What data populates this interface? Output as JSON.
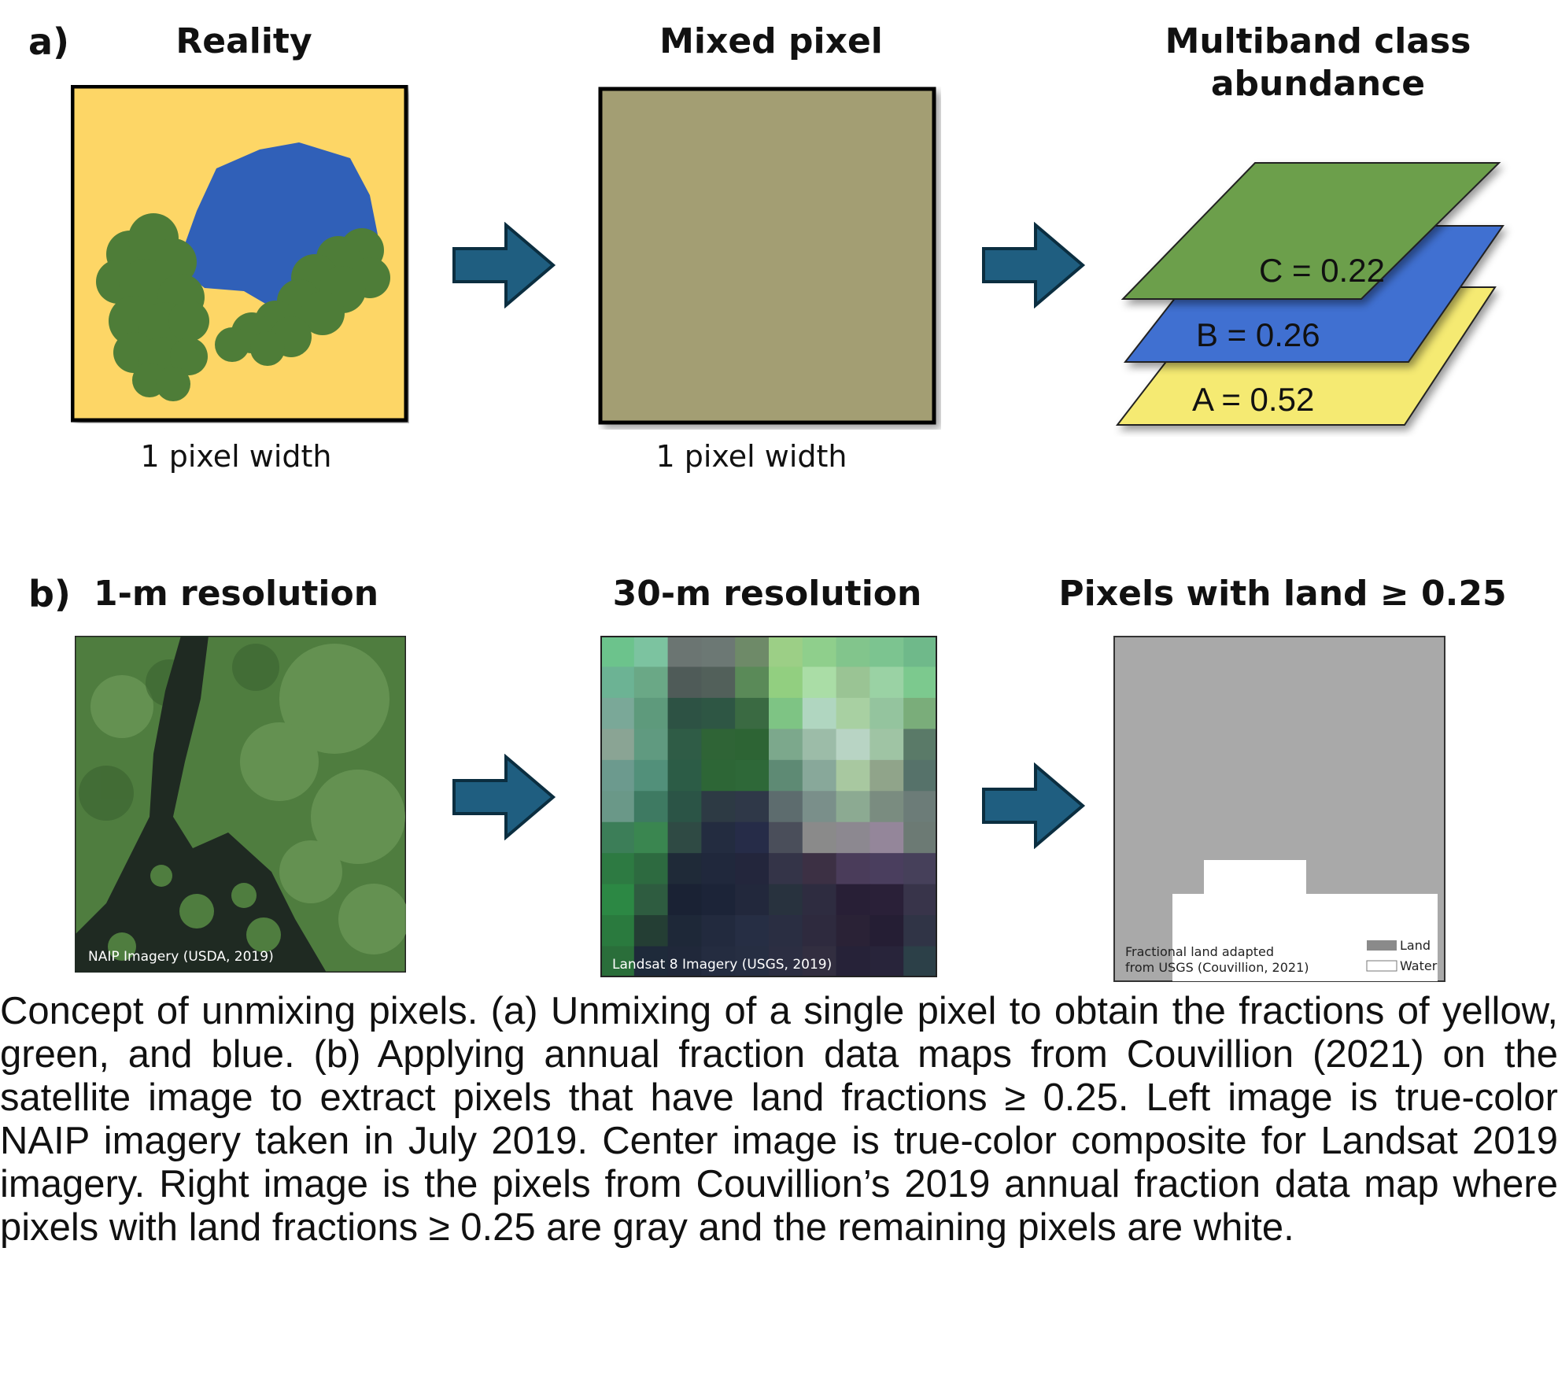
{
  "panel_a": {
    "letter": "a)",
    "titles": [
      "Reality",
      "Mixed pixel",
      "Multiband class abundance"
    ],
    "pixel_width_label": "1 pixel width",
    "layers": [
      {
        "label": "C = 0.22",
        "color": "#6c9f4b"
      },
      {
        "label": "B = 0.26",
        "color": "#3f6fd1"
      },
      {
        "label": "A = 0.52",
        "color": "#f5ea72"
      }
    ],
    "colors": {
      "sand": "#fdd666",
      "water": "#3060b8",
      "tree": "#4e7d38",
      "mixed": "#a39e73",
      "arrow": "#1f5e80"
    }
  },
  "panel_b": {
    "letter": "b)",
    "titles": [
      "1-m resolution",
      "30-m resolution",
      "Pixels with land ≥ 0.25"
    ],
    "naip_credit": "NAIP Imagery (USDA, 2019)",
    "landsat_credit": "Landsat 8 Imagery (USGS, 2019)",
    "fraction_credit": "Fractional land adapted\nfrom USGS (Couvillion, 2021)",
    "legend": [
      {
        "label": "Land",
        "color": "#8a8a8a"
      },
      {
        "label": "Water",
        "color": "#ffffff"
      }
    ],
    "colors": {
      "land": "#a9a9a9",
      "water": "#ffffff"
    }
  },
  "caption": "Concept of unmixing pixels. (a) Unmixing of a single pixel to obtain the fractions of yellow, green, and blue. (b) Applying annual fraction data maps from Couvillion (2021) on the satellite image to extract pixels that have land fractions ≥ 0.25. Left image is true-color NAIP imagery taken in July 2019. Center image is true-color composite for Landsat 2019 imagery. Right image is the pixels from Couvillion’s 2019 annual fraction data map where pixels with land fractions ≥ 0.25 are gray and the remaining pixels are white."
}
